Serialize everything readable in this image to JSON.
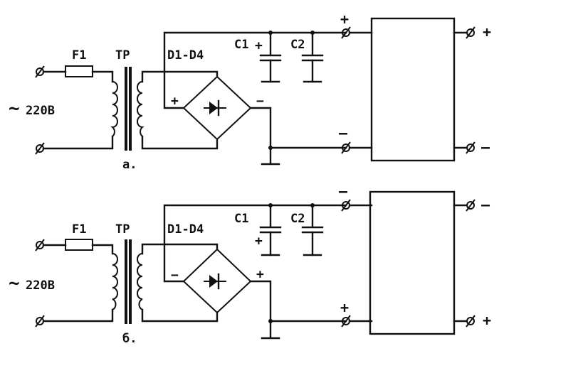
{
  "schematics": [
    {
      "caption": "а.",
      "fuse_label": "F1",
      "transformer_label": "TP",
      "bridge_label": "D1-D4",
      "cap1_label": "C1",
      "cap2_label": "C2",
      "mains_label": "220В",
      "mains_symbol": "∼",
      "bridge_left_polarity": "+",
      "bridge_right_polarity": "−",
      "c1_polarity": "+",
      "top_input_polarity": "+",
      "bottom_input_polarity": "—",
      "top_output_polarity": "+",
      "bottom_output_polarity": "—"
    },
    {
      "caption": "б.",
      "fuse_label": "F1",
      "transformer_label": "TP",
      "bridge_label": "D1-D4",
      "cap1_label": "C1",
      "cap2_label": "C2",
      "mains_label": "220В",
      "mains_symbol": "∼",
      "bridge_left_polarity": "−",
      "bridge_right_polarity": "+",
      "c1_polarity": "+",
      "top_input_polarity": "—",
      "bottom_input_polarity": "+",
      "top_output_polarity": "—",
      "bottom_output_polarity": "+"
    }
  ]
}
